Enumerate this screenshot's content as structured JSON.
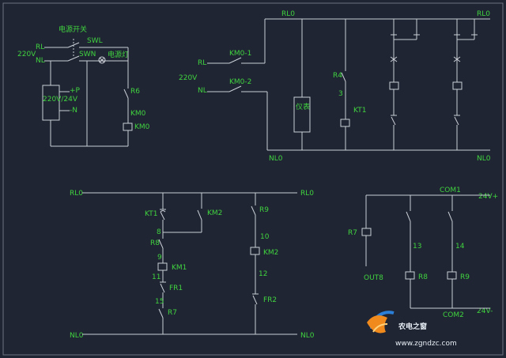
{
  "labels": {
    "power_switch": "电源开关",
    "rl_left": "RL",
    "nl_left": "NL",
    "v220_left": "220V",
    "swl": "SWL",
    "swn": "SWN",
    "power_lamp": "电源灯",
    "plus_p": "+P",
    "supply_220v_24v": "220V/24V",
    "minus_n": "-N",
    "r6": "R6",
    "km0_contact": "KM0",
    "km0_coil": "KM0",
    "rl_mid": "RL",
    "v220_mid": "220V",
    "nl_mid": "NL",
    "km0_1": "KM0-1",
    "km0_2": "KM0-2",
    "rl0_top": "RL0",
    "rl0_top_right": "RL0",
    "instrument": "仪表",
    "r4": "R4",
    "num_3": "3",
    "kt1_coil": "KT1",
    "nl0_top": "NL0",
    "nl0_top_right": "NL0",
    "rl0_bot_left": "RL0",
    "rl0_bot_right": "RL0",
    "kt1_contact": "KT1",
    "km2_contact": "KM2",
    "num_8": "8",
    "r8_contact": "R8",
    "num_9": "9",
    "km1_coil": "KM1",
    "num_11": "11",
    "fr1": "FR1",
    "num_15": "15",
    "r7_contact": "R7",
    "r9_contact": "R9",
    "num_10": "10",
    "km2_coil": "KM2",
    "num_12": "12",
    "fr2": "FR2",
    "nl0_bot_left": "NL0",
    "nl0_bot_right": "NL0",
    "com1": "COM1",
    "v24_plus": "24V+",
    "r7_coil": "R7",
    "num_13": "13",
    "num_14": "14",
    "out8": "OUT8",
    "r8_coil": "R8",
    "r9_coil": "R9",
    "com2": "COM2",
    "v24_minus": "24V-"
  },
  "watermark": {
    "brand": "农电之窗",
    "url": "www.zgndzc.com"
  },
  "colors": {
    "background": "#202533",
    "wire": "#c9ced6",
    "label": "#3fd33f",
    "logo_orange": "#f08a1c",
    "logo_blue": "#2b7fd6"
  }
}
